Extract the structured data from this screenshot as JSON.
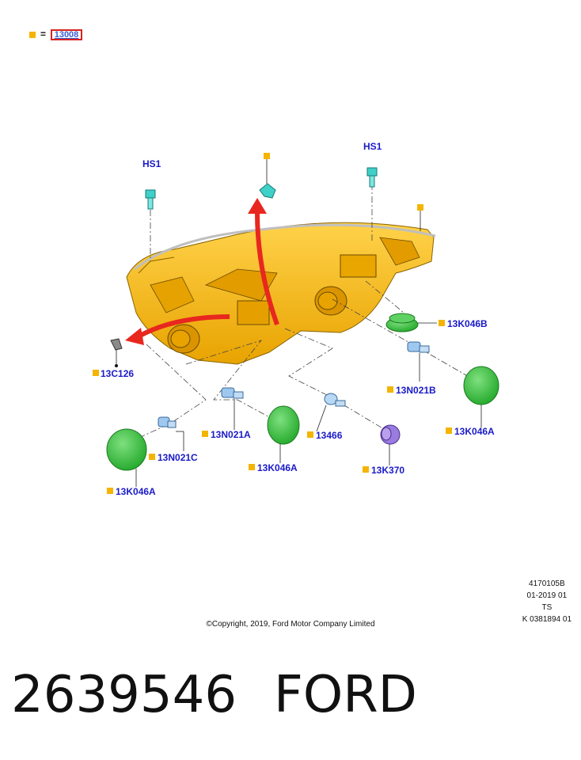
{
  "legend": {
    "part_number": "13008",
    "equals": "="
  },
  "callouts": {
    "hs1_left": "HS1",
    "hs1_right": "HS1",
    "k046b": "13K046B",
    "c126": "13C126",
    "n021b": "13N021B",
    "n021a": "13N021A",
    "k046a_right": "13K046A",
    "k046a_mid": "13K046A",
    "k046a_left": "13K046A",
    "n021c": "13N021C",
    "p13466": "13466",
    "k370": "13K370"
  },
  "reference": {
    "line1": "4170105B",
    "line2": "01-2019 01",
    "line3": "TS",
    "line4": "K 0381894 01"
  },
  "copyright": "©Copyright, 2019, Ford Motor Company Limited",
  "footer": {
    "part_code": "2639546",
    "brand": "FORD"
  },
  "colors": {
    "housing": "#f7b500",
    "housing_dark": "#d99400",
    "cover": "#35c43a",
    "clip": "#3fd0c8",
    "arrow": "#e8271f",
    "label": "#1a1ac8",
    "swatch": "#f4b400",
    "grommet": "#9a7be0"
  }
}
